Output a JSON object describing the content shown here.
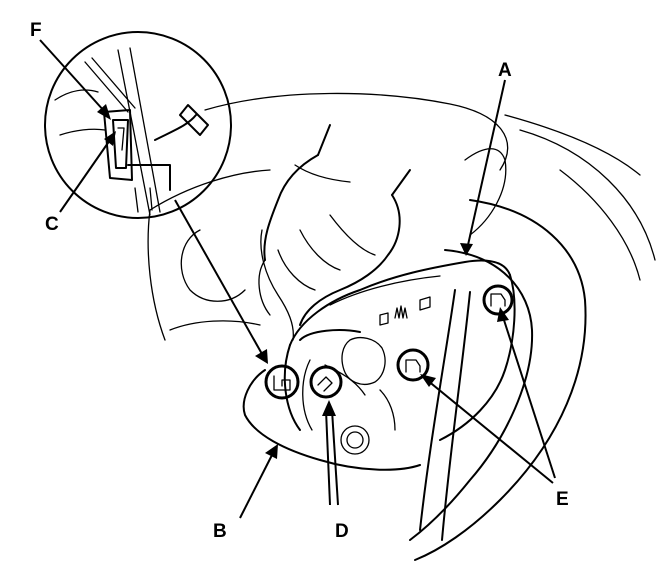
{
  "callouts": {
    "a": "A",
    "b": "B",
    "c": "C",
    "d": "D",
    "e": "E",
    "f": "F"
  }
}
